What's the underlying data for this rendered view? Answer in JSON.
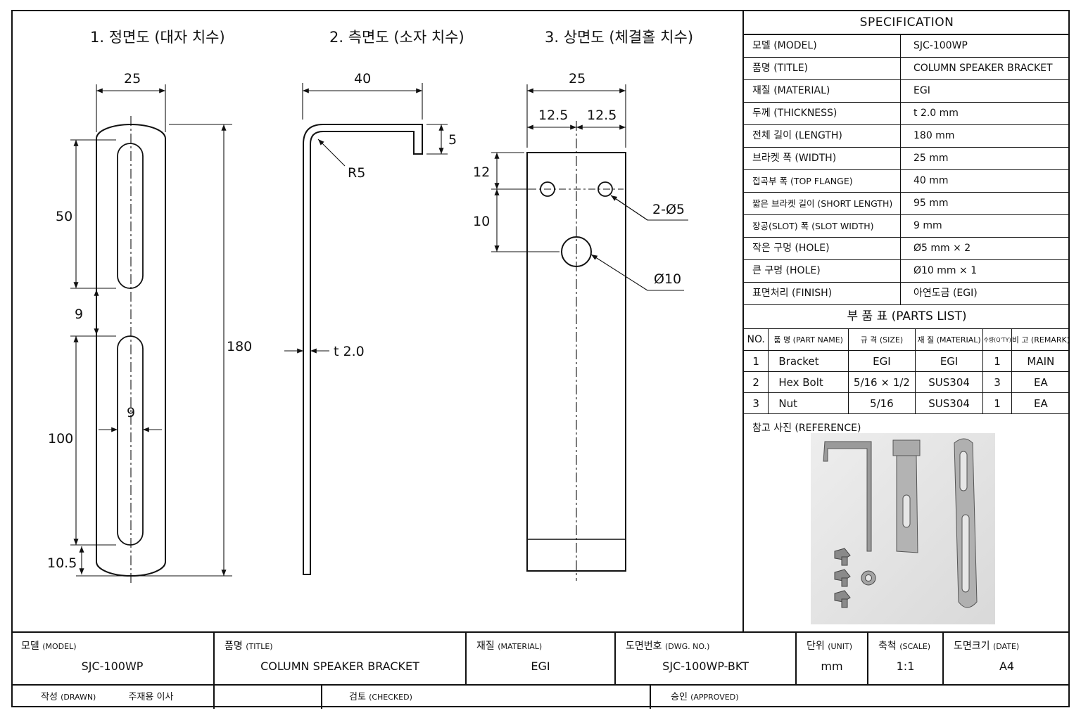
{
  "views": {
    "front_title": "1. 정면도 (대자 치수)",
    "side_title": "2. 측면도 (소자 치수)",
    "top_title": "3. 상면도 (체결홀 치수)"
  },
  "front_dims": {
    "width": "25",
    "length": "180",
    "slot_upper": "50",
    "gap": "9",
    "slot_lower": "100",
    "slot_width": "9",
    "bottom": "10.5"
  },
  "side_dims": {
    "flange": "40",
    "lip": "5",
    "radius": "R5",
    "thickness": "t 2.0"
  },
  "top_dims": {
    "width": "25",
    "half_left": "12.5",
    "half_right": "12.5",
    "offset_a": "12",
    "offset_b": "10",
    "small_holes": "2-Ø5",
    "big_hole": "Ø10"
  },
  "spec": {
    "title": "SPECIFICATION",
    "rows": [
      {
        "key": "모델 (MODEL)",
        "value": "SJC-100WP"
      },
      {
        "key": "품명 (TITLE)",
        "value": "COLUMN SPEAKER BRACKET"
      },
      {
        "key": "재질 (MATERIAL)",
        "value": "EGI"
      },
      {
        "key": "두께 (THICKNESS)",
        "value": "t 2.0 mm"
      },
      {
        "key": "전체 길이 (LENGTH)",
        "value": "180 mm"
      },
      {
        "key": "브라켓 폭 (WIDTH)",
        "value": "25 mm"
      },
      {
        "key": "접곡부 폭 (TOP FLANGE)",
        "value": "40 mm"
      },
      {
        "key": "짧은 브라켓 길이 (SHORT LENGTH)",
        "value": "95 mm"
      },
      {
        "key": "장공(SLOT) 폭 (SLOT WIDTH)",
        "value": "9 mm"
      },
      {
        "key": "작은 구멍 (HOLE)",
        "value": "Ø5 mm × 2"
      },
      {
        "key": "큰 구멍 (HOLE)",
        "value": "Ø10 mm × 1"
      },
      {
        "key": "표면처리 (FINISH)",
        "value": "아연도금 (EGI)"
      }
    ]
  },
  "parts": {
    "title": "부 품 표 (PARTS LIST)",
    "headers": [
      "NO.",
      "품 명 (PART NAME)",
      "규 격 (SIZE)",
      "재 질 (MATERIAL)",
      "수량(Q'TY)",
      "비 고 (REMARK)"
    ],
    "rows": [
      [
        "1",
        "Bracket",
        "EGI",
        "EGI",
        "1",
        "MAIN"
      ],
      [
        "2",
        "Hex Bolt",
        "5/16 × 1/2",
        "SUS304",
        "3",
        "EA"
      ],
      [
        "3",
        "Nut",
        "5/16",
        "SUS304",
        "1",
        "EA"
      ]
    ]
  },
  "reference": {
    "title": "참고 사진 (REFERENCE)"
  },
  "title_block": {
    "model_cap": "모델",
    "model_cap_en": "(MODEL)",
    "model": "SJC-100WP",
    "title_cap": "품명",
    "title_cap_en": "(TITLE)",
    "title": "COLUMN SPEAKER BRACKET",
    "material_cap": "재질",
    "material_cap_en": "(MATERIAL)",
    "material": "EGI",
    "dwg_cap": "도면번호",
    "dwg_cap_en": "(DWG. NO.)",
    "dwg": "SJC-100WP-BKT",
    "unit_cap": "단위",
    "unit_cap_en": "(UNIT)",
    "unit": "mm",
    "scale_cap": "축척",
    "scale_cap_en": "(SCALE)",
    "scale": "1:1",
    "size_cap": "도면크기",
    "size_cap_en": "(DATE)",
    "size": "A4",
    "drawn_cap": "작성",
    "drawn_cap_en": "(DRAWN)",
    "drawn": "주재용 이사",
    "checked_cap": "검토",
    "checked_cap_en": "(CHECKED)",
    "approved_cap": "승인",
    "approved_cap_en": "(APPROVED)"
  }
}
